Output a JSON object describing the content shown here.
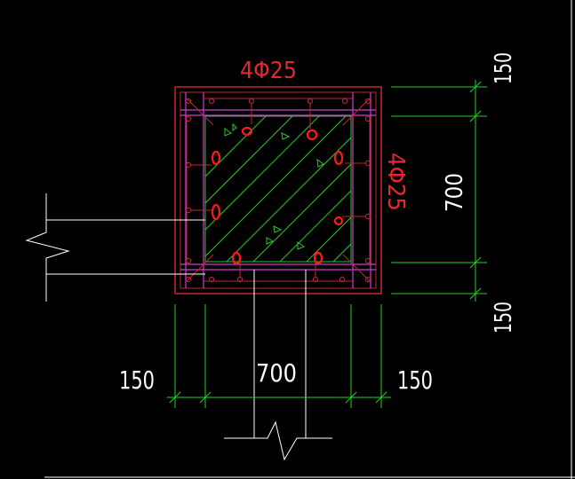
{
  "drawing": {
    "top_rebar_label": "4Φ25",
    "right_rebar_label": "4Φ25",
    "dimensions": {
      "right_top": "150",
      "right_middle": "700",
      "right_bottom": "150",
      "bottom_left": "150",
      "bottom_middle": "700",
      "bottom_right": "150"
    }
  },
  "colors": {
    "background": "#000000",
    "outline_red": "#c0282c",
    "rebar_red": "#ff1a1a",
    "magenta": "#d23ad2",
    "dimension_green": "#22d322",
    "hatch_green": "#2cc62c",
    "break_line_white": "#ffffff"
  }
}
